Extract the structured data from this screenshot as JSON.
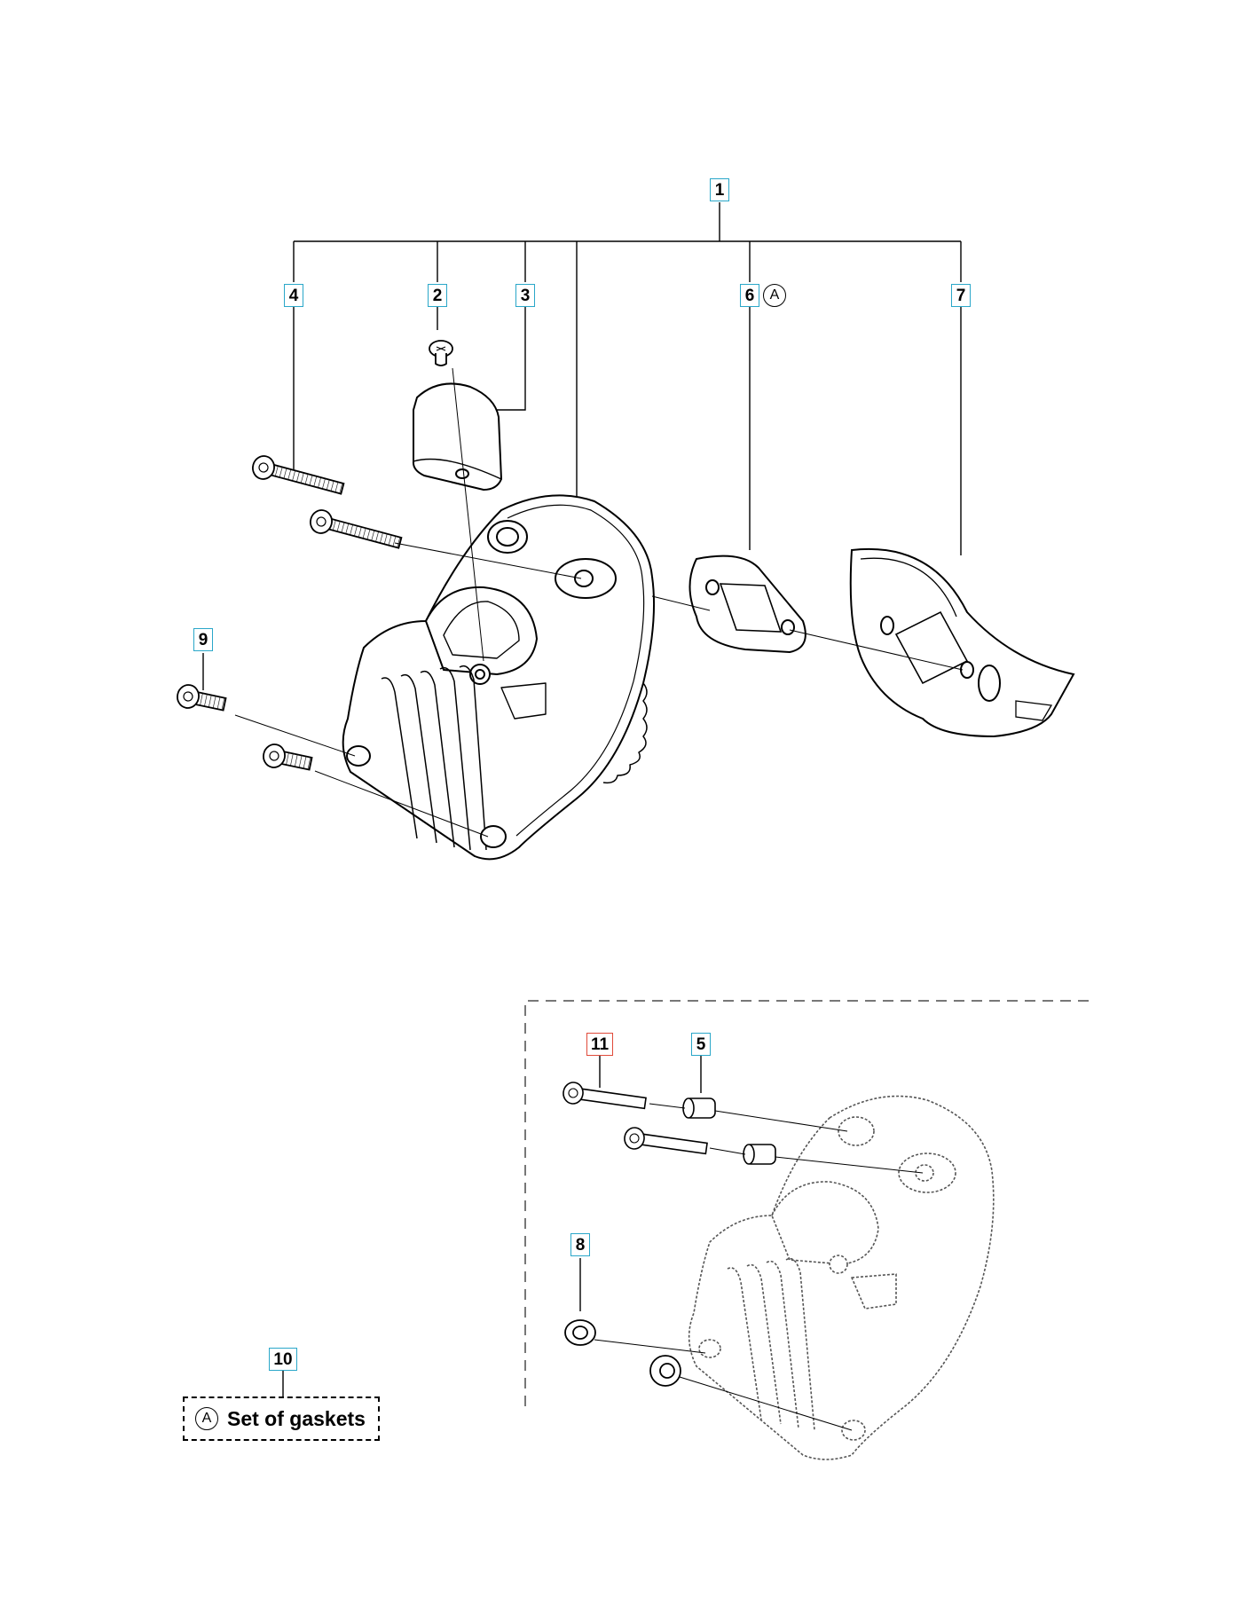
{
  "diagram": {
    "callouts": [
      {
        "id": "1",
        "color": "#2aa7c9"
      },
      {
        "id": "2",
        "color": "#2aa7c9"
      },
      {
        "id": "3",
        "color": "#2aa7c9"
      },
      {
        "id": "4",
        "color": "#2aa7c9"
      },
      {
        "id": "5",
        "color": "#2aa7c9"
      },
      {
        "id": "6",
        "color": "#2aa7c9"
      },
      {
        "id": "7",
        "color": "#2aa7c9"
      },
      {
        "id": "8",
        "color": "#2aa7c9"
      },
      {
        "id": "9",
        "color": "#2aa7c9"
      },
      {
        "id": "10",
        "color": "#2aa7c9"
      },
      {
        "id": "11",
        "color": "#e04a3a"
      }
    ],
    "marker_letter": "A",
    "legend": {
      "marker": "A",
      "text": "Set of gaskets"
    }
  }
}
